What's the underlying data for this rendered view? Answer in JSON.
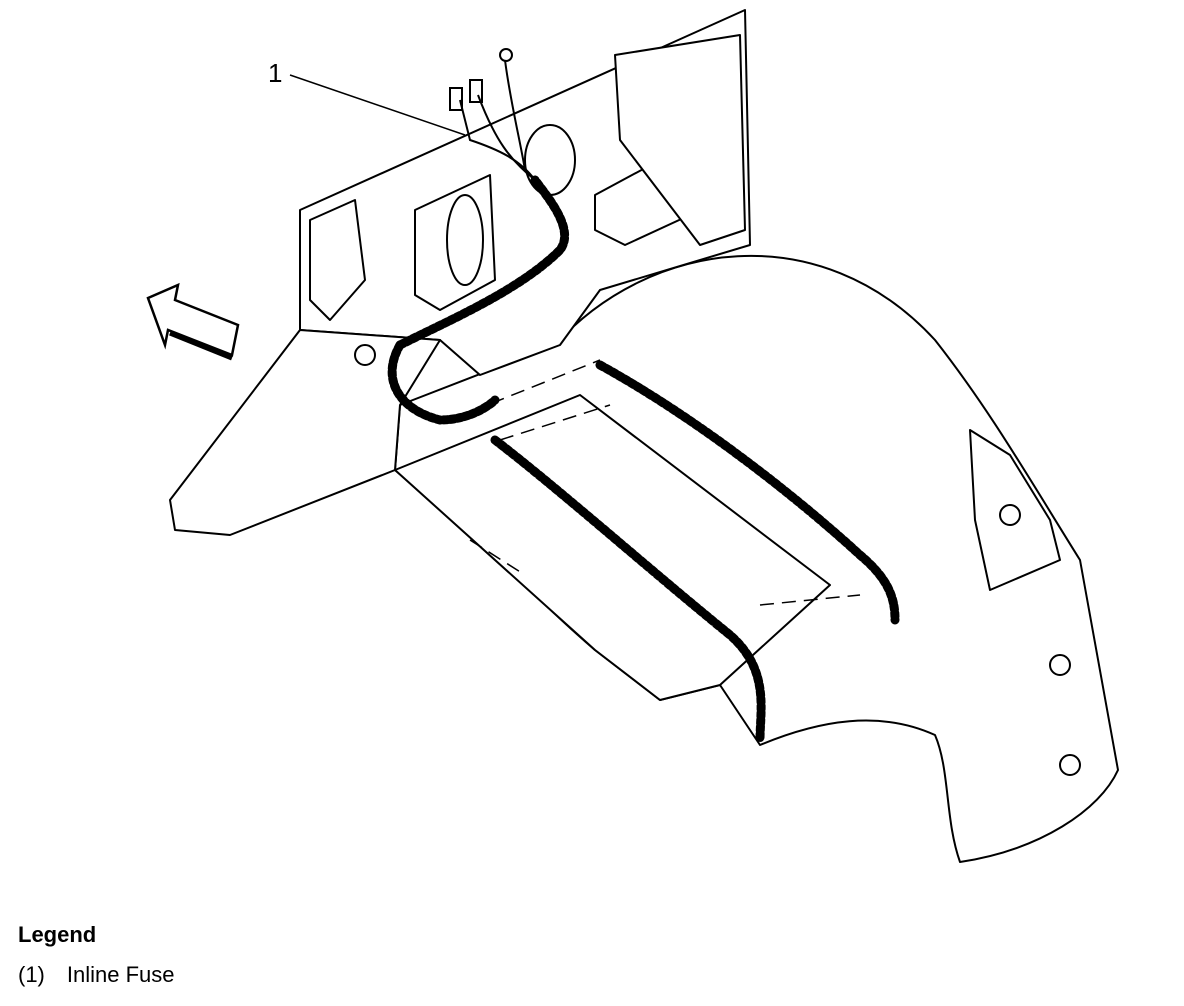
{
  "diagram": {
    "callouts": [
      {
        "number": "1"
      }
    ]
  },
  "legend": {
    "title": "Legend",
    "items": [
      {
        "key": "(1)",
        "label": "Inline Fuse"
      }
    ]
  }
}
